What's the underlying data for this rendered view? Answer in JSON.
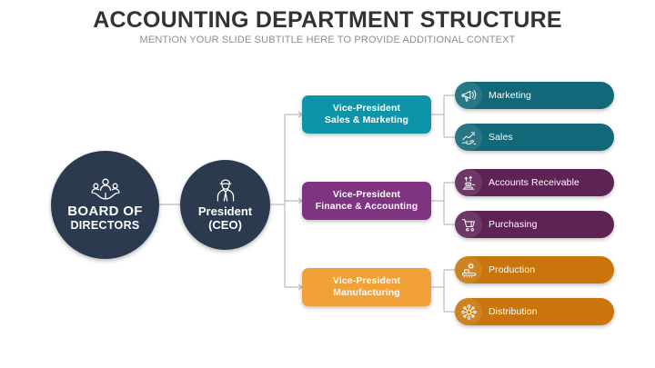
{
  "header": {
    "title": "ACCOUNTING DEPARTMENT STRUCTURE",
    "subtitle": "MENTION YOUR SLIDE SUBTITLE HERE TO PROVIDE ADDITIONAL CONTEXT"
  },
  "colors": {
    "navy": "#2b3a4f",
    "teal_box": "#0e94a8",
    "teal_pill": "#116878",
    "purple_box": "#7e3480",
    "purple_pill": "#5e2255",
    "orange_box": "#f2a038",
    "orange_pill": "#c9750b",
    "connector": "#b9bcc0",
    "title_text": "#333333",
    "subtitle_text": "#8d8d8d"
  },
  "root": {
    "board": {
      "line1": "BOARD OF",
      "line2": "DIRECTORS",
      "icon": "people-group-icon"
    },
    "ceo": {
      "line1": "President",
      "line2": "(CEO)",
      "icon": "businessman-icon"
    }
  },
  "branches": [
    {
      "vp": {
        "line1": "Vice-President",
        "line2": "Sales & Marketing"
      },
      "leaves": [
        {
          "label": "Marketing",
          "icon": "megaphone-icon"
        },
        {
          "label": "Sales",
          "icon": "handshake-deal-icon"
        }
      ]
    },
    {
      "vp": {
        "line1": "Vice-President",
        "line2": "Finance & Accounting"
      },
      "leaves": [
        {
          "label": "Accounts Receivable",
          "icon": "coins-growth-icon"
        },
        {
          "label": "Purchasing",
          "icon": "shopping-cart-icon"
        }
      ]
    },
    {
      "vp": {
        "line1": "Vice-President",
        "line2": "Manufacturing"
      },
      "leaves": [
        {
          "label": "Production",
          "icon": "conveyor-gear-icon"
        },
        {
          "label": "Distribution",
          "icon": "distribution-network-icon"
        }
      ]
    }
  ]
}
